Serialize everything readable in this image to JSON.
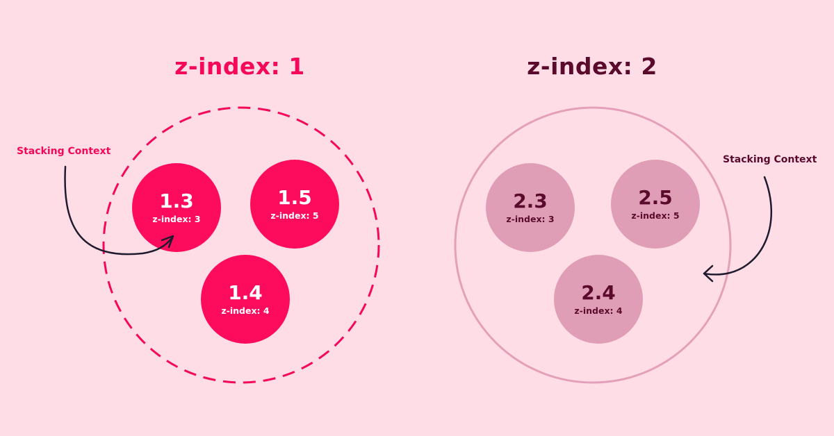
{
  "left_group": {
    "title": "z-index: 1",
    "context_label": "Stacking Context",
    "items": [
      {
        "id": "1.3",
        "z": "z-index: 3"
      },
      {
        "id": "1.5",
        "z": "z-index: 5"
      },
      {
        "id": "1.4",
        "z": "z-index: 4"
      }
    ]
  },
  "right_group": {
    "title": "z-index: 2",
    "context_label": "Stacking Context",
    "items": [
      {
        "id": "2.3",
        "z": "z-index: 3"
      },
      {
        "id": "2.5",
        "z": "z-index: 5"
      },
      {
        "id": "2.4",
        "z": "z-index: 4"
      }
    ]
  },
  "colors": {
    "background": "#ffdde6",
    "accent": "#fd0b5d",
    "dark": "#5a0b2c",
    "muted_circle": "#e09eb6",
    "muted_outline": "#e3a0b8",
    "arrow": "#1f1b2e"
  }
}
